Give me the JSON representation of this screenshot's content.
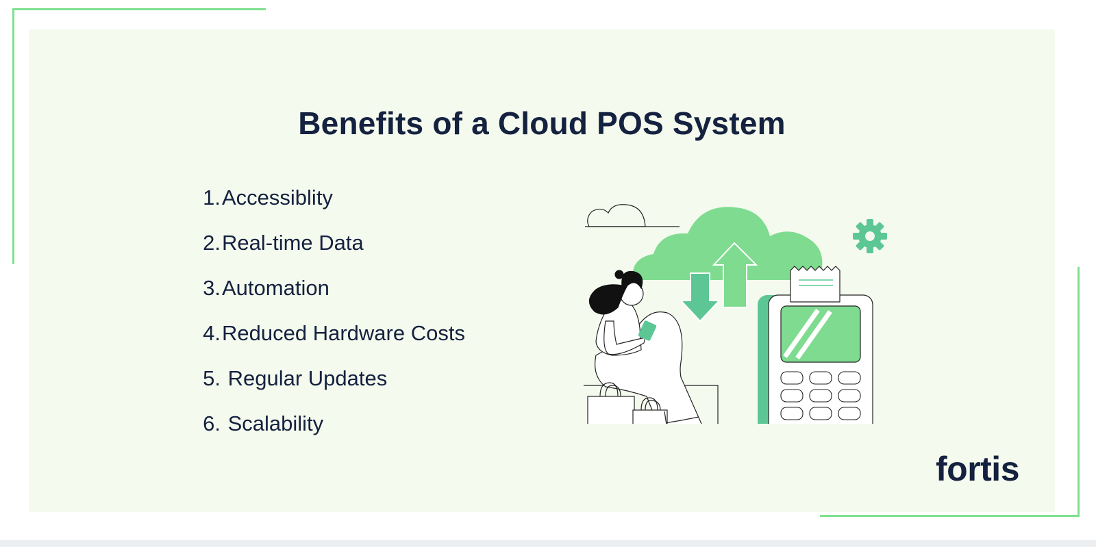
{
  "title": "Benefits of a Cloud POS System",
  "benefits": [
    {
      "num": "1.",
      "label": "Accessiblity"
    },
    {
      "num": "2.",
      "label": "Real-time Data"
    },
    {
      "num": "3.",
      "label": "Automation"
    },
    {
      "num": "4.",
      "label": "Reduced Hardware Costs"
    },
    {
      "num": "5.",
      "label": " Regular Updates"
    },
    {
      "num": "6.",
      "label": " Scalability"
    }
  ],
  "logo": "fortis",
  "colors": {
    "accent_green": "#7ee08e",
    "illustration_green": "#5cc795",
    "cloud_green": "#7edb8f",
    "text_navy": "#14213f",
    "card_bg": "#f5faee"
  },
  "illustration": {
    "description_icons": [
      "cloud-icon",
      "upload-arrow-icon",
      "download-arrow-icon",
      "gear-icon",
      "pos-terminal-icon",
      "receipt-icon",
      "shopping-bag-icon",
      "woman-with-phone"
    ]
  }
}
